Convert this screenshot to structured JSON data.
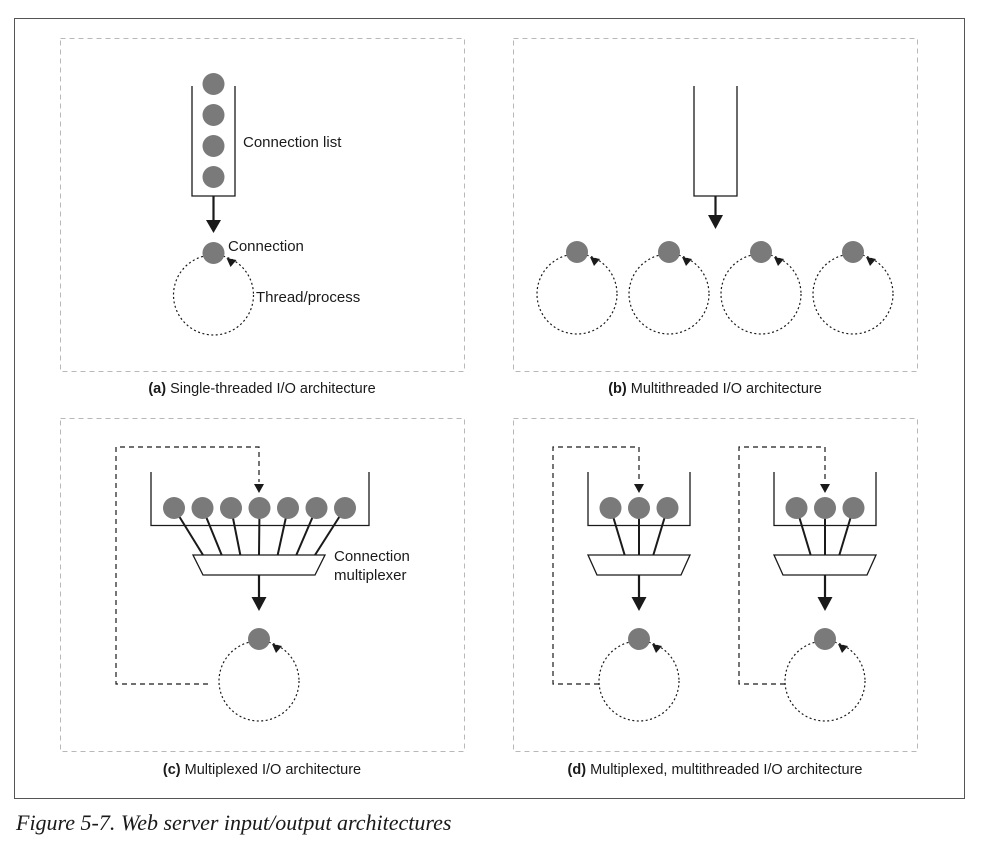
{
  "figure": {
    "caption": "Figure 5-7. Web server input/output architectures"
  },
  "colors": {
    "connection": "#7a7a7a",
    "line": "#1a1a1a",
    "panel_border": "#b8b8b8",
    "frame": "#555555"
  },
  "panels": [
    {
      "id": "a",
      "tag": "(a)",
      "title": "Single-threaded I/O architecture",
      "labels": {
        "list": "Connection list",
        "connection": "Connection",
        "thread": "Thread/process"
      },
      "queued_connections": 4,
      "threads": 1
    },
    {
      "id": "b",
      "tag": "(b)",
      "title": "Multithreaded I/O architecture",
      "queued_connections": 0,
      "threads": 4
    },
    {
      "id": "c",
      "tag": "(c)",
      "title": "Multiplexed I/O architecture",
      "labels": {
        "mux_line1": "Connection",
        "mux_line2": "multiplexer"
      },
      "queued_connections": 7,
      "threads": 1
    },
    {
      "id": "d",
      "tag": "(d)",
      "title": "Multiplexed, multithreaded I/O architecture",
      "queued_connections_per_unit": 3,
      "threads": 2
    }
  ]
}
